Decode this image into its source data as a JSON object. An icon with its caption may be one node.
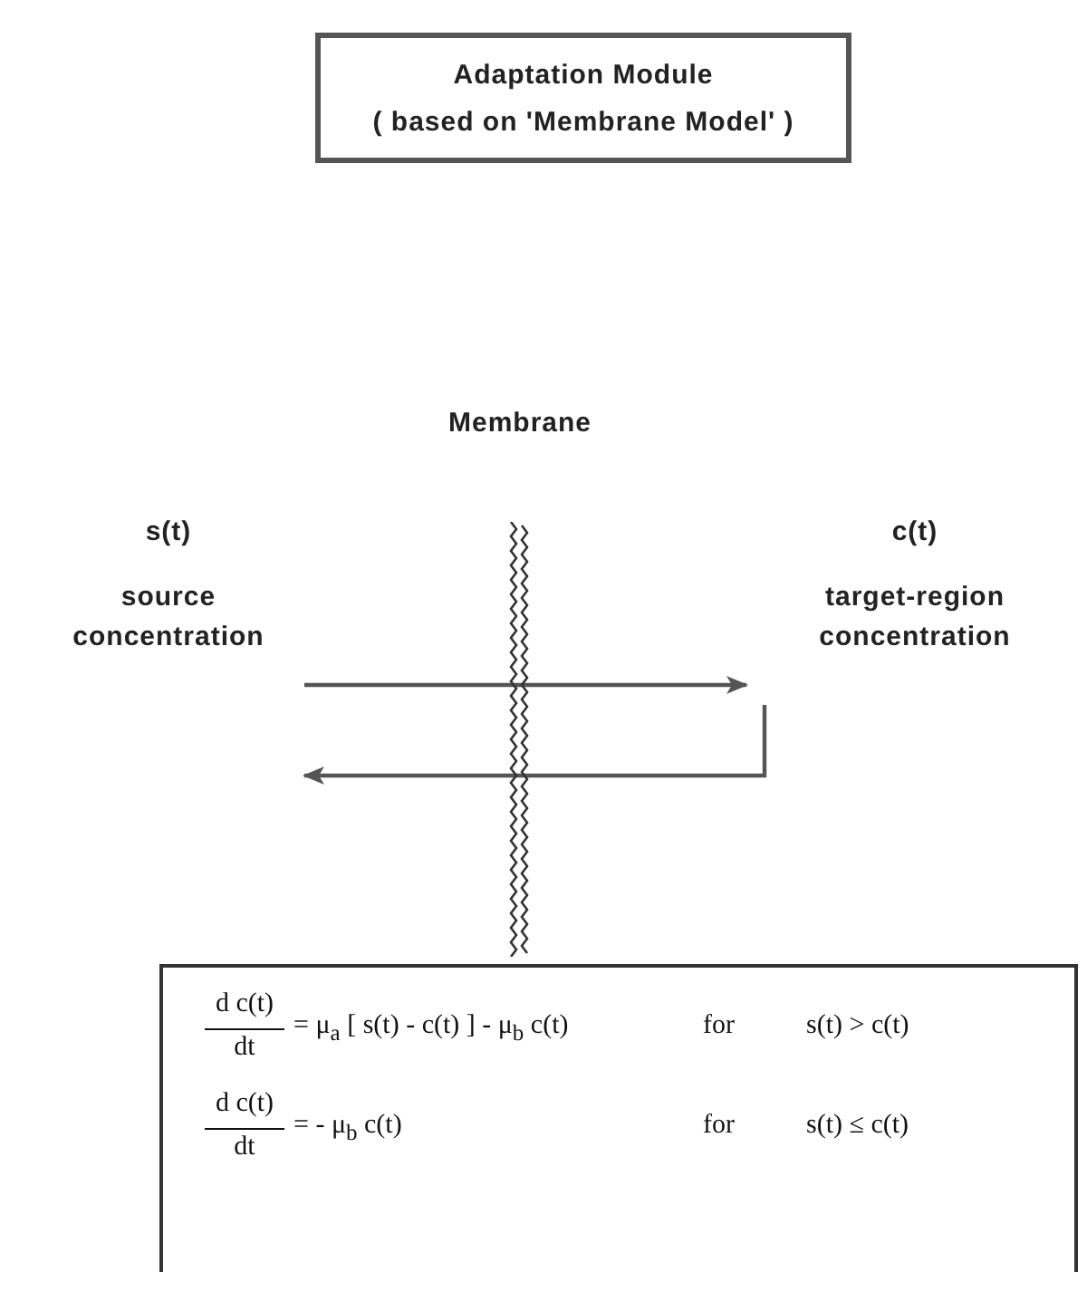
{
  "diagram": {
    "nodes": [
      {
        "text": [
          "Adaptation Module",
          "( based on 'Membrane Model' )"
        ]
      },
      {
        "text": [
          "s(t)",
          "source concentration"
        ]
      },
      {
        "text": [
          "c(t)",
          "target-region concentration"
        ]
      },
      {
        "text": [
          "d c(t)",
          "dt",
          "= μ$_{a}$ [ s(t) - c(t) ] - μ$_{b}$ c(t)",
          "for",
          "s(t) > c(t)",
          "d c(t)",
          "dt",
          "= - μ$_{b}$ c(t)",
          "for",
          "s(t) ≤ c(t)"
        ]
      }
    ],
    "edges": [
      {
        "from": 1,
        "to": 2,
        "arrow": "to"
      },
      {
        "from": 2,
        "to": 1,
        "arrow": "to"
      }
    ],
    "labels": [
      "Membrane"
    ]
  }
}
